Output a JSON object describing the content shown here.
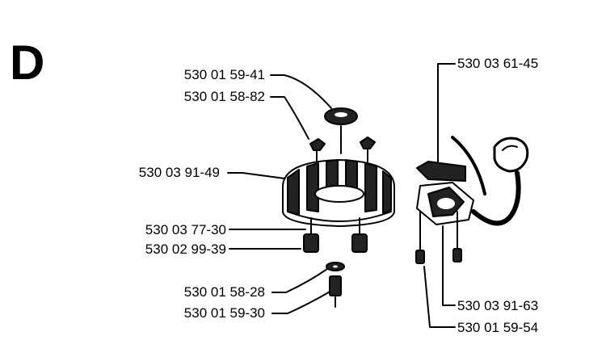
{
  "section": {
    "letter": "D"
  },
  "parts_left": [
    {
      "number": "530 01 59-41"
    },
    {
      "number": "530 01 58-82"
    },
    {
      "number": "530 03 91-49"
    },
    {
      "number": "530 03 77-30"
    },
    {
      "number": "530 02 99-39"
    },
    {
      "number": "530 01 58-28"
    },
    {
      "number": "530 01 59-30"
    }
  ],
  "parts_right": [
    {
      "number": "530 03 61-45"
    },
    {
      "number": "530 03 91-63"
    },
    {
      "number": "530 01 59-54"
    }
  ]
}
